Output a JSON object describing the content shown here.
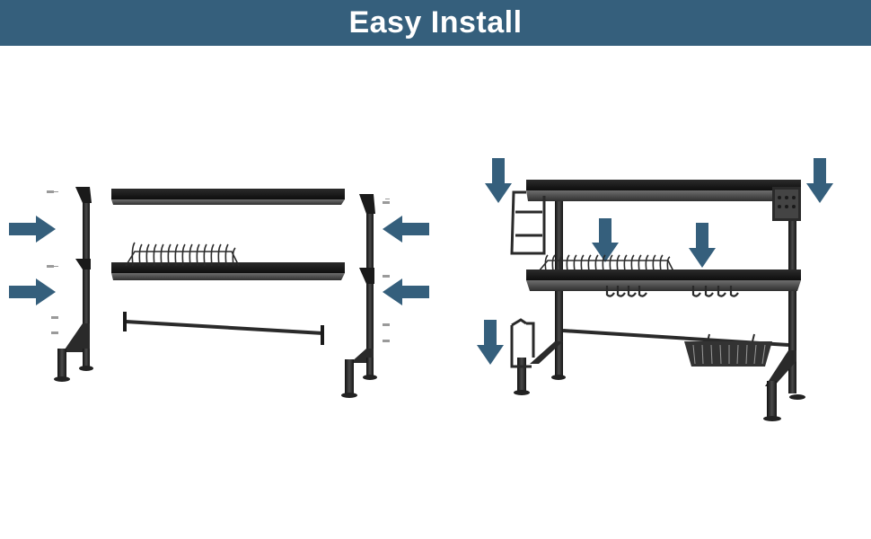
{
  "banner": {
    "title": "Easy Install",
    "background": "#355f7c",
    "text_color": "#ffffff"
  },
  "colors": {
    "arrow": "#355f7c",
    "metal_dark": "#1e1e1e",
    "metal_mid": "#3a3a3a",
    "metal_light": "#6a6a6a"
  },
  "illustrations": {
    "left": "disassembled-dish-rack-parts",
    "right": "assembled-dish-rack-with-accessories"
  }
}
